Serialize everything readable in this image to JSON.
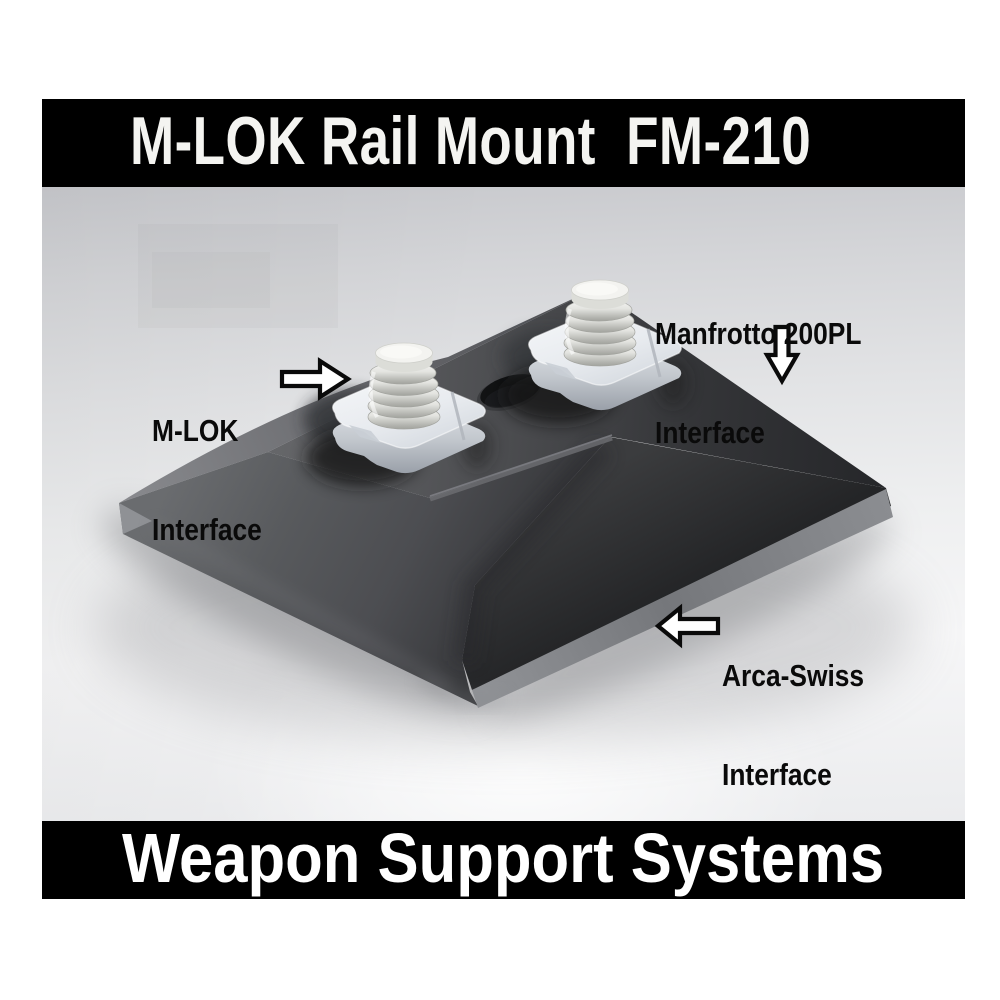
{
  "title_banner": {
    "text": "M-LOK Rail Mount  FM-210"
  },
  "footer_banner": {
    "text": "Weapon Support Systems"
  },
  "callouts": {
    "manfrotto": {
      "line1": "Manfrotto 200PL",
      "line2": "Interface",
      "arrow": "down"
    },
    "mlok": {
      "line1": "M-LOK",
      "line2": "Interface",
      "arrow": "right"
    },
    "arca": {
      "line1": "Arca-Swiss",
      "line2": "Interface",
      "arrow": "left"
    }
  },
  "product": {
    "subject": "M-LOK rail mount plate with two T-nut fasteners and threaded studs",
    "colors": {
      "banner_bg": "#000000",
      "banner_text": "#f4f4f1",
      "callout_text": "#0a0a0a",
      "plate_top": "#47484a",
      "plate_left_face": "#56575a",
      "plate_dovetail_face": "#242527",
      "plate_rim": "#84868a",
      "fastener": "#eef0f3",
      "backdrop_top": "#c8c9cd",
      "backdrop_bottom": "#f4f4f5"
    }
  }
}
